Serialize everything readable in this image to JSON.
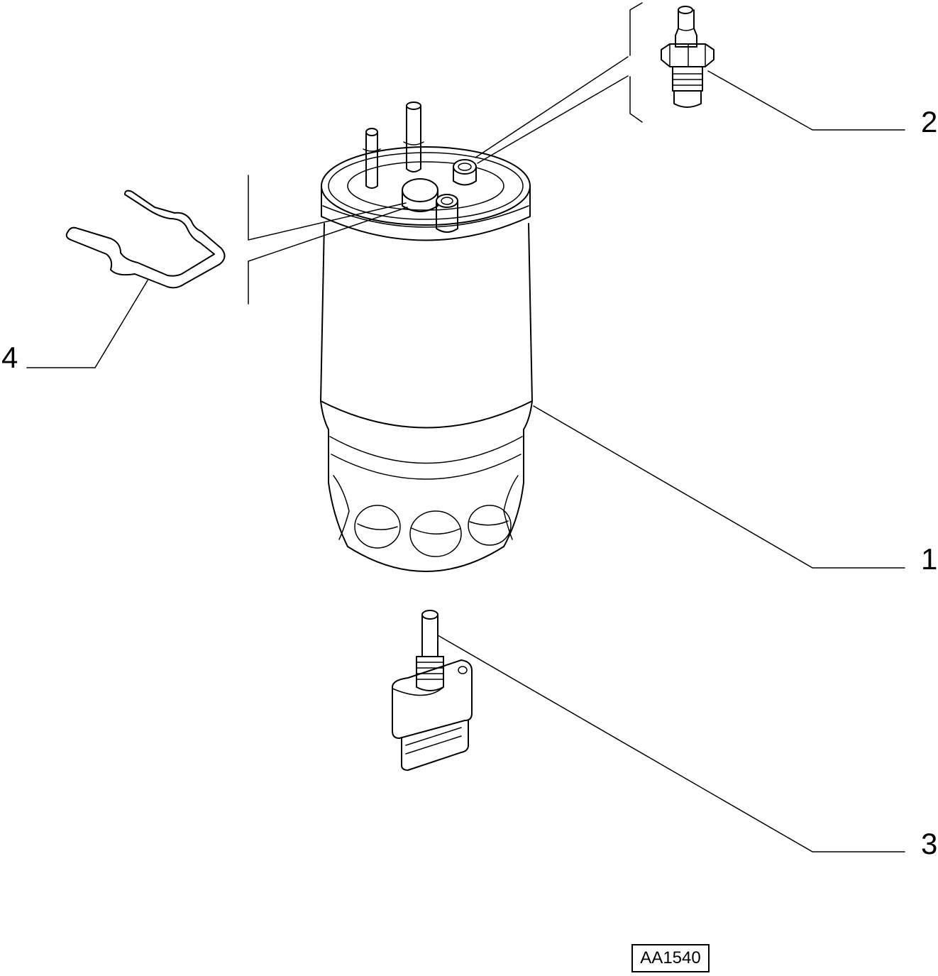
{
  "callouts": [
    {
      "number": "1"
    },
    {
      "number": "2"
    },
    {
      "number": "3"
    },
    {
      "number": "4"
    }
  ],
  "reference_code": "AA1540"
}
